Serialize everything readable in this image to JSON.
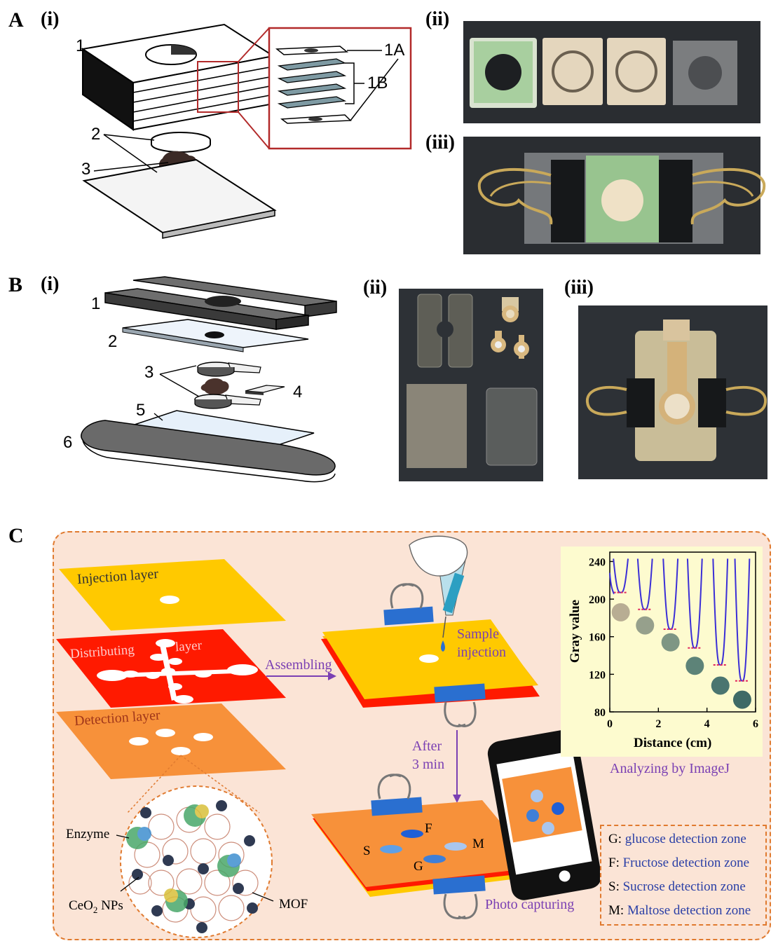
{
  "panels": {
    "A": {
      "letter": "A",
      "sub_i": "(i)",
      "sub_ii": "(ii)",
      "sub_iii": "(iii)",
      "labels": {
        "n1": "1",
        "n2": "2",
        "n3": "3",
        "l1A": "1A",
        "l1B": "1B"
      }
    },
    "B": {
      "letter": "B",
      "sub_i": "(i)",
      "sub_ii": "(ii)",
      "sub_iii": "(iii)",
      "labels": {
        "n1": "1",
        "n2": "2",
        "n3": "3",
        "n4": "4",
        "n5": "5",
        "n6": "6"
      }
    },
    "C": {
      "letter": "C",
      "layers": {
        "injection": "Injection layer",
        "distributing_a": "Distributing",
        "distributing_b": "layer",
        "detection": "Detection layer"
      },
      "steps": {
        "assembling": "Assembling",
        "sample_a": "Sample",
        "sample_b": "injection",
        "after_a": "After",
        "after_b": "3 min",
        "photo": "Photo capturing",
        "imagej": "Analyzing by ImageJ"
      },
      "zone_letters": {
        "F": "F",
        "S": "S",
        "M": "M",
        "G": "G"
      },
      "mof_labels": {
        "enzyme": "Enzyme",
        "ceo2": "CeO",
        "ceo2_sub": "2",
        "ceo2_tail": " NPs",
        "mof": "MOF"
      },
      "legend": [
        {
          "key": "G: ",
          "value": "glucose detection zone"
        },
        {
          "key": "F: ",
          "value": "Fructose detection zone"
        },
        {
          "key": "S: ",
          "value": "Sucrose detection zone"
        },
        {
          "key": "M: ",
          "value": "Maltose detection zone"
        }
      ]
    }
  },
  "colors": {
    "injection_layer": "#ffc900",
    "distributing_layer": "#ff1a00",
    "detection_layer": "#f7913a",
    "panel_bg": "#fbe4d6",
    "panel_border": "#e07a2f",
    "arrow": "#7a3fb3",
    "legend_text": "#2a3fa6",
    "curve": "#3b2fd6"
  },
  "chart_data": {
    "type": "line",
    "xlabel": "Distance (cm)",
    "ylabel": "Gray value",
    "xlim": [
      0,
      6
    ],
    "ylim": [
      80,
      250
    ],
    "xticks": [
      0,
      2,
      4,
      6
    ],
    "yticks": [
      80,
      120,
      160,
      200,
      240
    ],
    "valleys": [
      {
        "x": 0.45,
        "y": 207
      },
      {
        "x": 1.45,
        "y": 189
      },
      {
        "x": 2.5,
        "y": 168
      },
      {
        "x": 3.5,
        "y": 148
      },
      {
        "x": 4.55,
        "y": 130
      },
      {
        "x": 5.45,
        "y": 113
      }
    ],
    "dots": [
      {
        "x": 0.45,
        "y": 186,
        "color": "#b8ad93"
      },
      {
        "x": 1.45,
        "y": 172,
        "color": "#96a08c"
      },
      {
        "x": 2.5,
        "y": 154,
        "color": "#7e9684"
      },
      {
        "x": 3.5,
        "y": 129,
        "color": "#5d8378"
      },
      {
        "x": 4.55,
        "y": 108,
        "color": "#4a7570"
      },
      {
        "x": 5.45,
        "y": 93,
        "color": "#3e6a66"
      }
    ]
  }
}
